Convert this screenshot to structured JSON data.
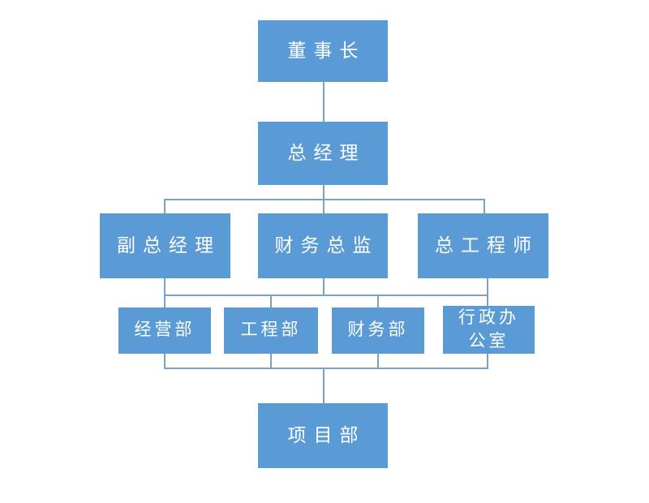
{
  "diagram": {
    "type": "organization-chart",
    "background_color": "#ffffff",
    "node_fill_color": "#5b9bd5",
    "node_text_color": "#ffffff",
    "connector_color": "#79a3c6",
    "nodes": {
      "chairman": {
        "label": "董事长",
        "level": 1
      },
      "general_manager": {
        "label": "总经理",
        "level": 2
      },
      "deputy_general_manager": {
        "label": "副总经理",
        "level": 3
      },
      "finance_director": {
        "label": "财务总监",
        "level": 3
      },
      "chief_engineer": {
        "label": "总工程师",
        "level": 3
      },
      "business_dept": {
        "label": "经营部",
        "level": 4
      },
      "engineering_dept": {
        "label": "工程部",
        "level": 4
      },
      "finance_dept": {
        "label": "财务部",
        "level": 4
      },
      "admin_office": {
        "label": "行政办公室",
        "level": 4
      },
      "project_dept": {
        "label": "项目部",
        "level": 5
      }
    },
    "edges": [
      {
        "parents": [
          "chairman"
        ],
        "children": [
          "general_manager"
        ]
      },
      {
        "parents": [
          "general_manager"
        ],
        "children": [
          "deputy_general_manager",
          "finance_director",
          "chief_engineer"
        ]
      },
      {
        "parents": [
          "deputy_general_manager",
          "finance_director",
          "chief_engineer"
        ],
        "children": [
          "business_dept",
          "engineering_dept",
          "finance_dept",
          "admin_office"
        ]
      },
      {
        "parents": [
          "business_dept",
          "engineering_dept",
          "finance_dept",
          "admin_office"
        ],
        "children": [
          "project_dept"
        ]
      }
    ]
  }
}
